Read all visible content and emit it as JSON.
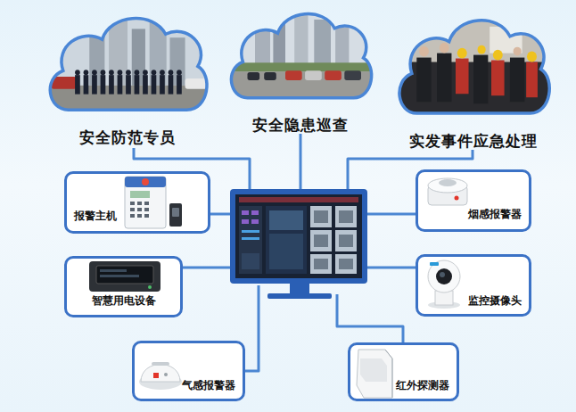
{
  "diagram": {
    "nodes": [
      {
        "text": [
          "安全防范专员"
        ]
      },
      {
        "text": [
          "安全隐患巡查"
        ]
      },
      {
        "text": [
          "实发事件应急处理"
        ]
      },
      {
        "text": [
          "报警主机"
        ]
      },
      {
        "text": [
          "烟感报警器"
        ]
      },
      {
        "text": [
          "智慧用电设备"
        ]
      },
      {
        "text": [
          "监控摄像头"
        ]
      },
      {
        "text": [
          "气感报警器"
        ]
      },
      {
        "text": [
          "红外探测器"
        ]
      }
    ]
  }
}
